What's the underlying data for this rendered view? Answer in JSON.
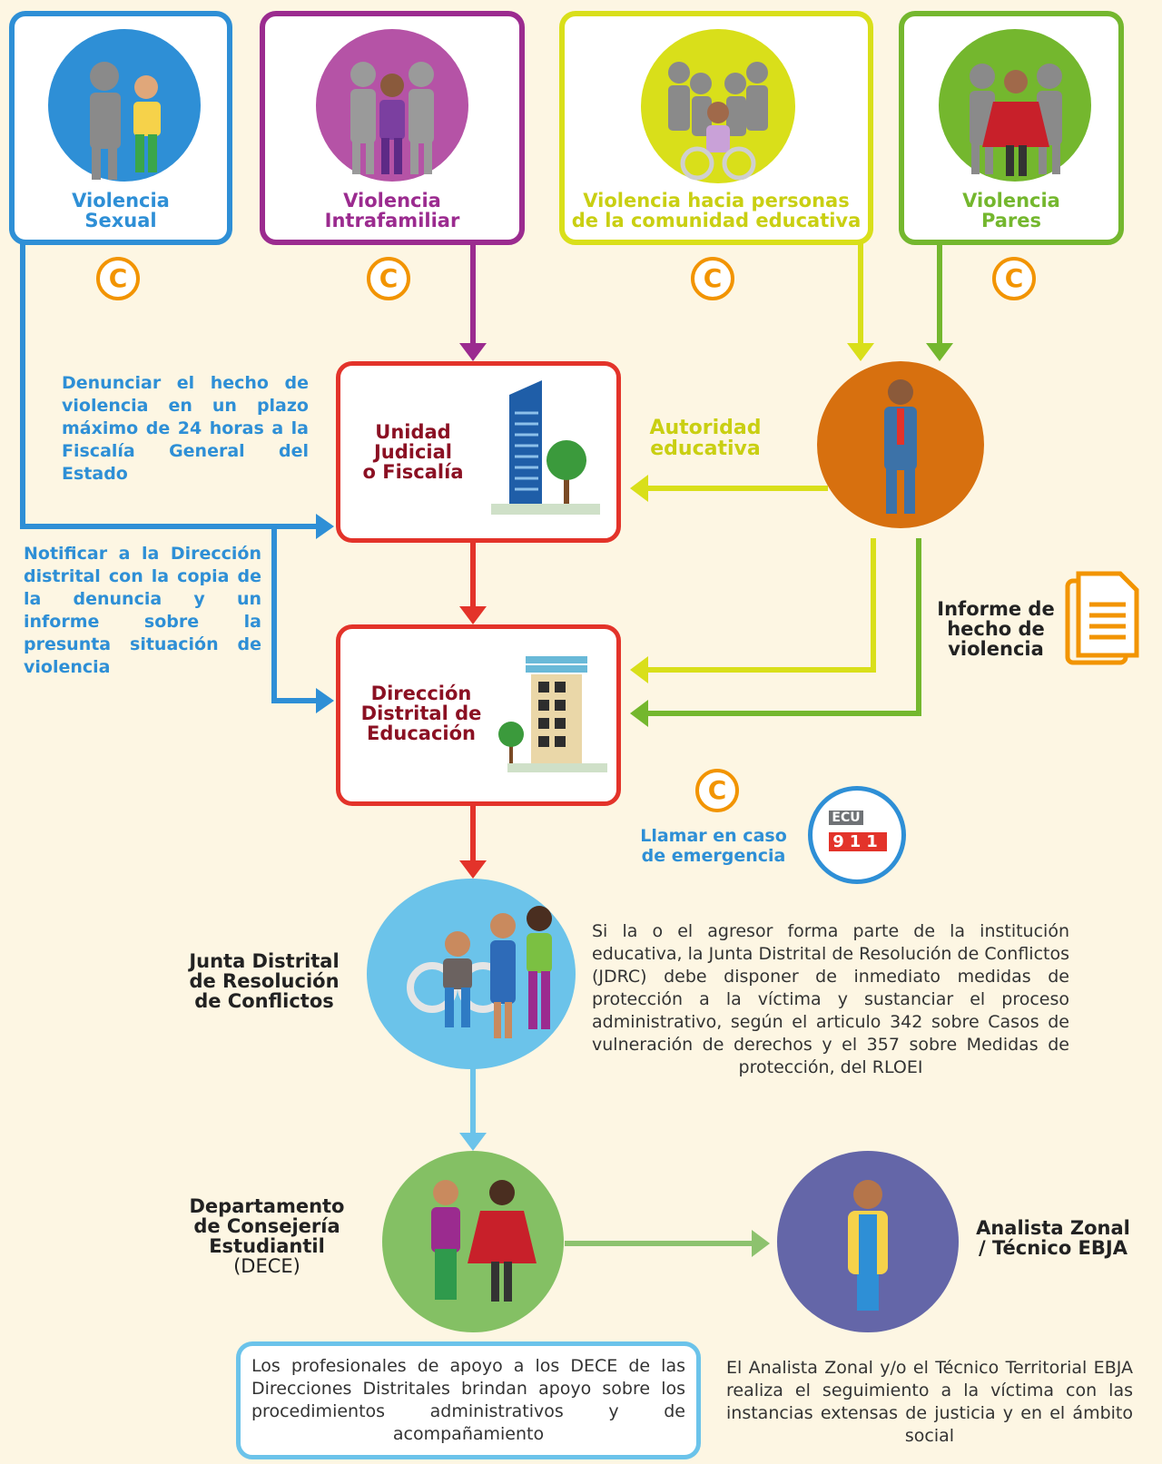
{
  "colors": {
    "blue": "#2e8fd6",
    "purple": "#9b2b8f",
    "yellow": "#d9df1a",
    "green": "#74b72e",
    "red": "#e3332a",
    "orange": "#f29400",
    "dark_red": "#8b1023",
    "light_blue": "#6bc3ea",
    "indigo": "#6466a8"
  },
  "icons": [
    "phone-icon",
    "people-illustration",
    "building-icon",
    "document-icon",
    "ecu911-logo"
  ],
  "categories": [
    {
      "line1": "Violencia",
      "line2": "Sexual"
    },
    {
      "line1": "Violencia",
      "line2": "Intrafamiliar"
    },
    {
      "line1": "Violencia hacia personas",
      "line2": "de la comunidad educativa"
    },
    {
      "line1": "Violencia",
      "line2": "Pares"
    }
  ],
  "phone_symbol": "C",
  "left_notes": {
    "denunciar": "Denunciar el hecho de violencia en un plazo máximo de 24 horas a la Fiscalía General del Estado",
    "notificar": "Notificar a la Dirección distrital con la copia de la denuncia y un informe sobre la presunta situación de violencia"
  },
  "unidad": {
    "line1": "Unidad",
    "line2": "Judicial",
    "line3": "o Fiscalía"
  },
  "direccion": {
    "line1": "Dirección",
    "line2": "Distrital de",
    "line3": "Educación"
  },
  "autoridad": {
    "line1": "Autoridad",
    "line2": "educativa"
  },
  "informe": {
    "line1": "Informe de",
    "line2": "hecho de",
    "line3": "violencia"
  },
  "emergency": {
    "line1": "Llamar en caso",
    "line2": "de emergencia",
    "logo_top": "ECU",
    "logo_bottom": "911"
  },
  "junta": {
    "line1": "Junta Distrital",
    "line2": "de Resolución",
    "line3": "de Conflictos",
    "description": "Si la o el agresor forma parte de la institución educativa, la Junta Distrital de Resolución de Conflictos (JDRC) debe disponer de inmediato medidas de protección a la víctima y sustanciar el proceso administrativo, según el articulo 342 sobre Casos de vulneración de derechos y el 357 sobre Medidas de protección, del RLOEI"
  },
  "dece": {
    "line1": "Departamento",
    "line2": "de Consejería",
    "line3": "Estudiantil",
    "line4": "(DECE)",
    "note": "Los profesionales de apoyo a los DECE de las Direcciones Distritales brindan apoyo sobre los procedimientos administrativos y de acompañamiento"
  },
  "analista": {
    "line1": "Analista Zonal",
    "line2": "/ Técnico EBJA",
    "description": "El Analista Zonal y/o el Técnico Territorial EBJA realiza el seguimiento a la víctima con las instancias extensas de justicia y en el ámbito social"
  }
}
